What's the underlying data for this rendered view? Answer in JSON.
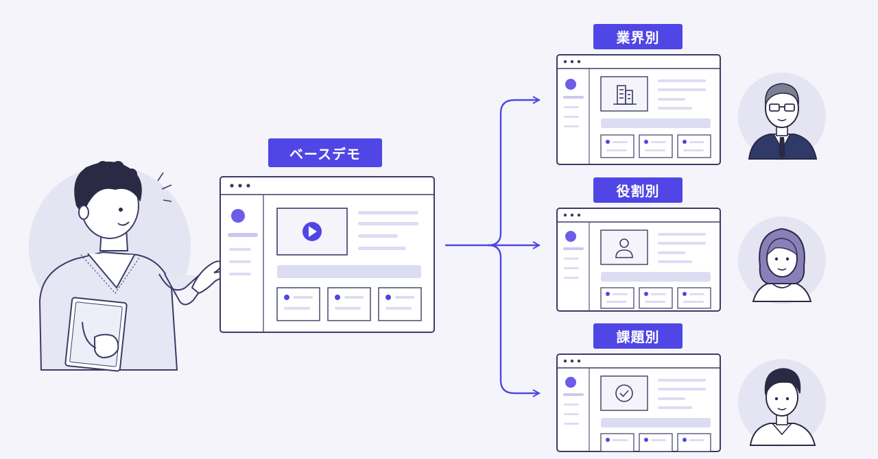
{
  "diagram": {
    "base_label": "ベースデモ",
    "variants": [
      {
        "label": "業界別",
        "content_icon": "building-icon"
      },
      {
        "label": "役割別",
        "content_icon": "user-icon"
      },
      {
        "label": "課題別",
        "content_icon": "check-circle-icon"
      }
    ],
    "colors": {
      "accent": "#4f46e5",
      "line": "#3a3a66",
      "background": "#f4f4fa",
      "muted_fill": "#dcdcf3"
    }
  }
}
